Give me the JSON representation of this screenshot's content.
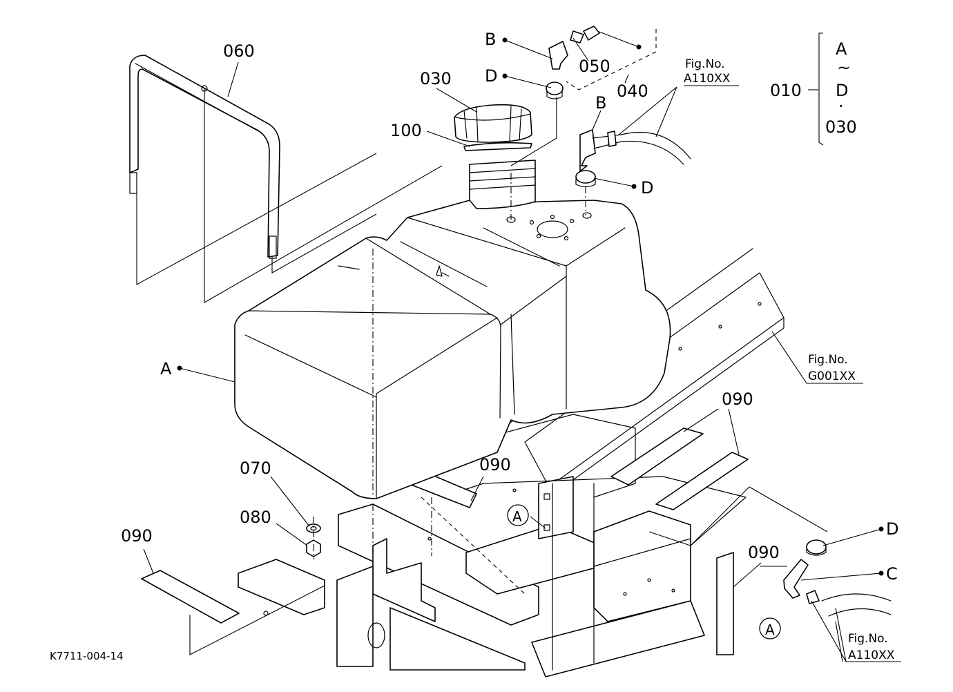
{
  "part_numbers": {
    "p010": "010",
    "p030": "030",
    "p040": "040",
    "p050": "050",
    "p060": "060",
    "p070": "070",
    "p080": "080",
    "p090": "090",
    "p100": "100"
  },
  "letters": {
    "A": "A",
    "B": "B",
    "C": "C",
    "D": "D"
  },
  "range_note": {
    "from": "A",
    "tilde": "~",
    "to": "D",
    "bullet": "·",
    "plus": "030"
  },
  "figure_refs": {
    "label": "Fig.No.",
    "a110": "A110XX",
    "g001": "G001XX"
  },
  "drawing_code": "K7711-004-14"
}
